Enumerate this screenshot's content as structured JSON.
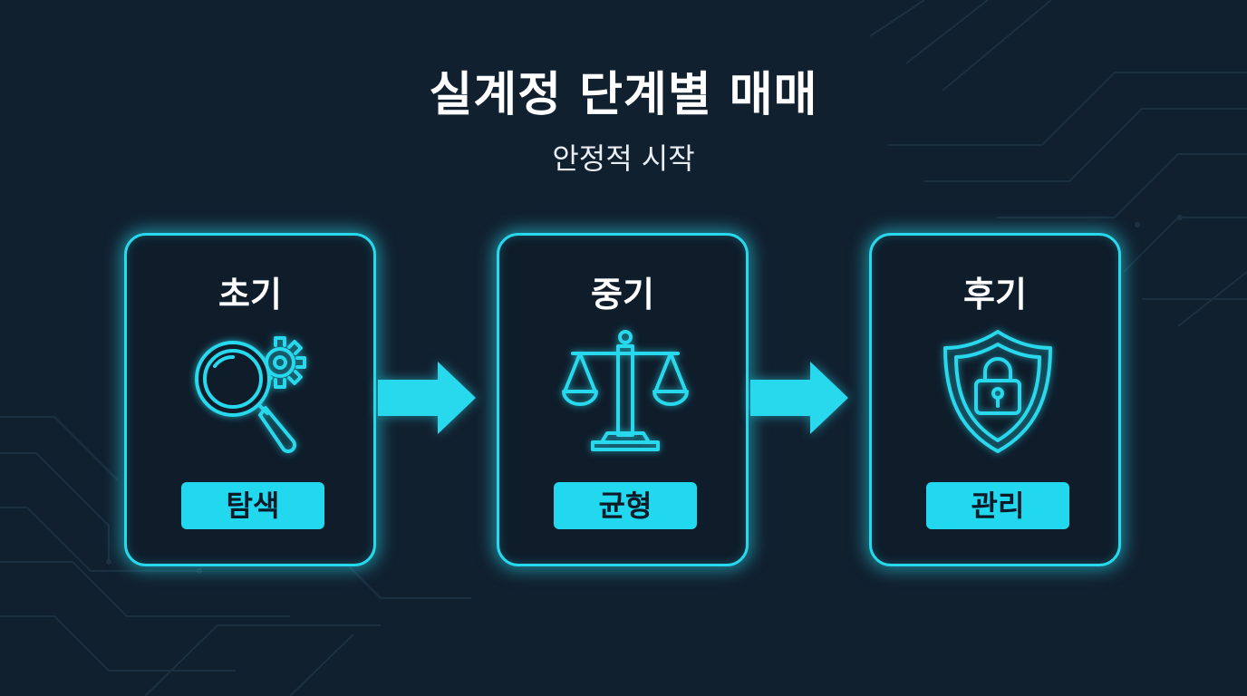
{
  "title": "실계정 단계별 매매",
  "subtitle": "안정적 시작",
  "colors": {
    "background": "#11202f",
    "accent": "#28d8ec",
    "badge": "#22d8ee",
    "text": "#ffffff"
  },
  "stages": [
    {
      "title": "초기",
      "icon": "magnifier-gear-icon",
      "badge": "탐색"
    },
    {
      "title": "중기",
      "icon": "balance-scale-icon",
      "badge": "균형"
    },
    {
      "title": "후기",
      "icon": "shield-lock-icon",
      "badge": "관리"
    }
  ],
  "connectors": [
    "arrow-right-icon",
    "arrow-right-icon"
  ]
}
